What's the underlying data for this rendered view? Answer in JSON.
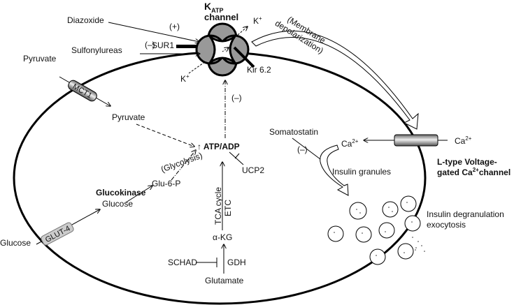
{
  "katp": {
    "k": "K",
    "sub": "ATP",
    "channel": "channel"
  },
  "labels": {
    "diazoxide": "Diazoxide",
    "plus": "(+)",
    "sulfonylureas": "Sulfonylureas",
    "minus1": "(–)",
    "sur1": "SUR1",
    "k_top": "K",
    "k_left": "K",
    "k_sup": "+",
    "kir": "Kir 6.2",
    "minus2": "(–)",
    "membrane": "(Membrane",
    "depolarization": "depolarization)",
    "pyruvate_out": "Pyruvate",
    "mct1": "MCT1",
    "pyruvate_in": "Pyruvate",
    "atp": "ATP/ADP",
    "up": "↑",
    "ucp2": "UCP2",
    "glycolysis": "(Glycolysis)",
    "glu6p": "Glu-6-P",
    "glucokinase": "Glucokinase",
    "glucose_in": "Glucose",
    "glut4": "GLUT-4",
    "glucose_out": "Glucose",
    "tca": "TCA cycle",
    "etc": "ETC",
    "akg": "α-KG",
    "gdh": "GDH",
    "schad": "SCHAD",
    "glutamate": "Glutamate",
    "somatostatin": "Somatostatin",
    "minus3": "(–)",
    "ca": "Ca",
    "ca_sup": "2+",
    "insulin_granules": "Insulin granules",
    "ltype1": "L-type Voltage-",
    "ltype2a": "gated Ca",
    "ltype2b": "channel",
    "degran1": "Insulin degranulation",
    "degran2": "exocytosis"
  }
}
